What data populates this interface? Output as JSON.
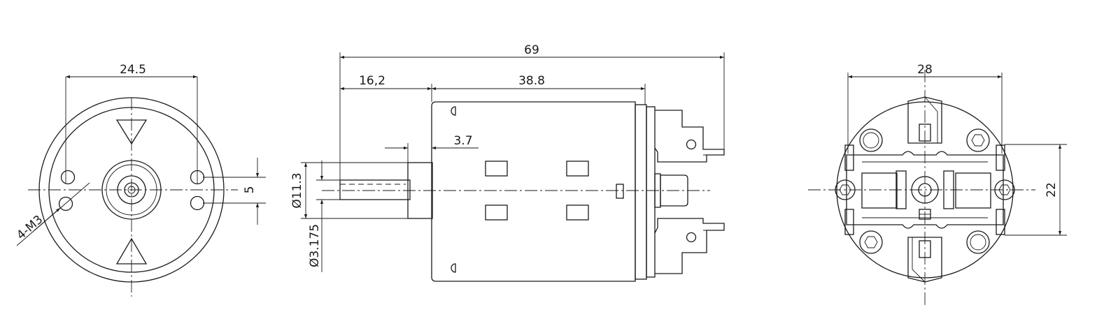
{
  "front_view": {
    "width_dim": "24.5",
    "spacing_dim": "5",
    "hole_note": "4-M3"
  },
  "side_view": {
    "overall_length_dim": "69",
    "shaft_length_dim": "16,2",
    "body_length_dim": "38.8",
    "boss_length_dim": "3.7",
    "boss_diameter_dim": "Ø11.3",
    "shaft_diameter_dim": "Ø3.175"
  },
  "rear_view": {
    "width_dim": "28",
    "height_dim": "22"
  }
}
